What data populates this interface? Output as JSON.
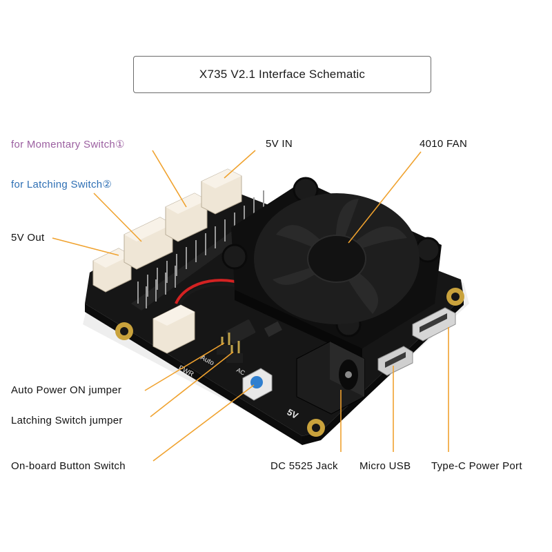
{
  "title": "X735 V2.1 Interface Schematic",
  "labels": {
    "momentary": "for Momentary Switch①",
    "latching": "for Latching Switch②",
    "fiveVIn": "5V IN",
    "fan": "4010 FAN",
    "fiveVOut": "5V Out",
    "autoPower": "Auto Power ON jumper",
    "latchJumper": "Latching Switch jumper",
    "button": "On-board Button Switch",
    "dcJack": "DC 5525 Jack",
    "microUsb": "Micro USB",
    "typeC": "Type-C Power Port"
  },
  "colors": {
    "leader": "#f0a22e",
    "momentary": "#9b5fa0",
    "latching": "#2e6fb4",
    "board": "#161616",
    "pad": "#c9a23c",
    "connector": "#f1e9dc",
    "button": "#2f7fcf"
  },
  "silkscreen": {
    "pwr": "PWR",
    "auto": "Auto",
    "ac": "AC",
    "fiveV": "5V"
  }
}
